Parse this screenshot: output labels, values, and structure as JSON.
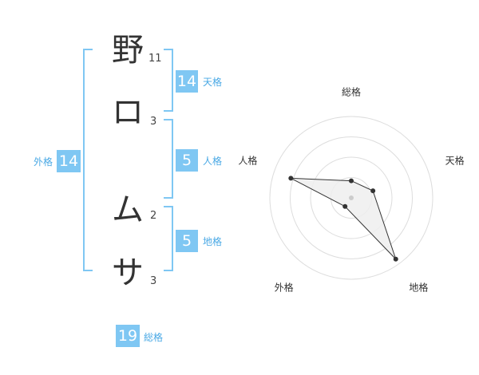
{
  "name": {
    "chars": [
      {
        "char": "野",
        "strokes": "11"
      },
      {
        "char": "ロ",
        "strokes": "3"
      },
      {
        "char": "ム",
        "strokes": "2"
      },
      {
        "char": "サ",
        "strokes": "3"
      }
    ]
  },
  "fortunes": {
    "tenkaku": {
      "value": "14",
      "label": "天格"
    },
    "jinkaku": {
      "value": "5",
      "label": "人格"
    },
    "chikaku": {
      "value": "5",
      "label": "地格"
    },
    "gaikaku": {
      "value": "14",
      "label": "外格"
    },
    "soukaku": {
      "value": "19",
      "label": "総格"
    }
  },
  "colors": {
    "accent": "#7fc7f3",
    "accent_text": "#4aa9e5",
    "radar_fill": "#eeeeee",
    "radar_line": "#333333",
    "grid": "#dddddd"
  },
  "chart_data": {
    "type": "radar",
    "axes": [
      "総格",
      "天格",
      "地格",
      "外格",
      "人格"
    ],
    "values": [
      19,
      14,
      5,
      14,
      5
    ],
    "point_radius": [
      0.21,
      0.28,
      0.93,
      0.13,
      0.78
    ],
    "rings": 4,
    "grid": true
  }
}
